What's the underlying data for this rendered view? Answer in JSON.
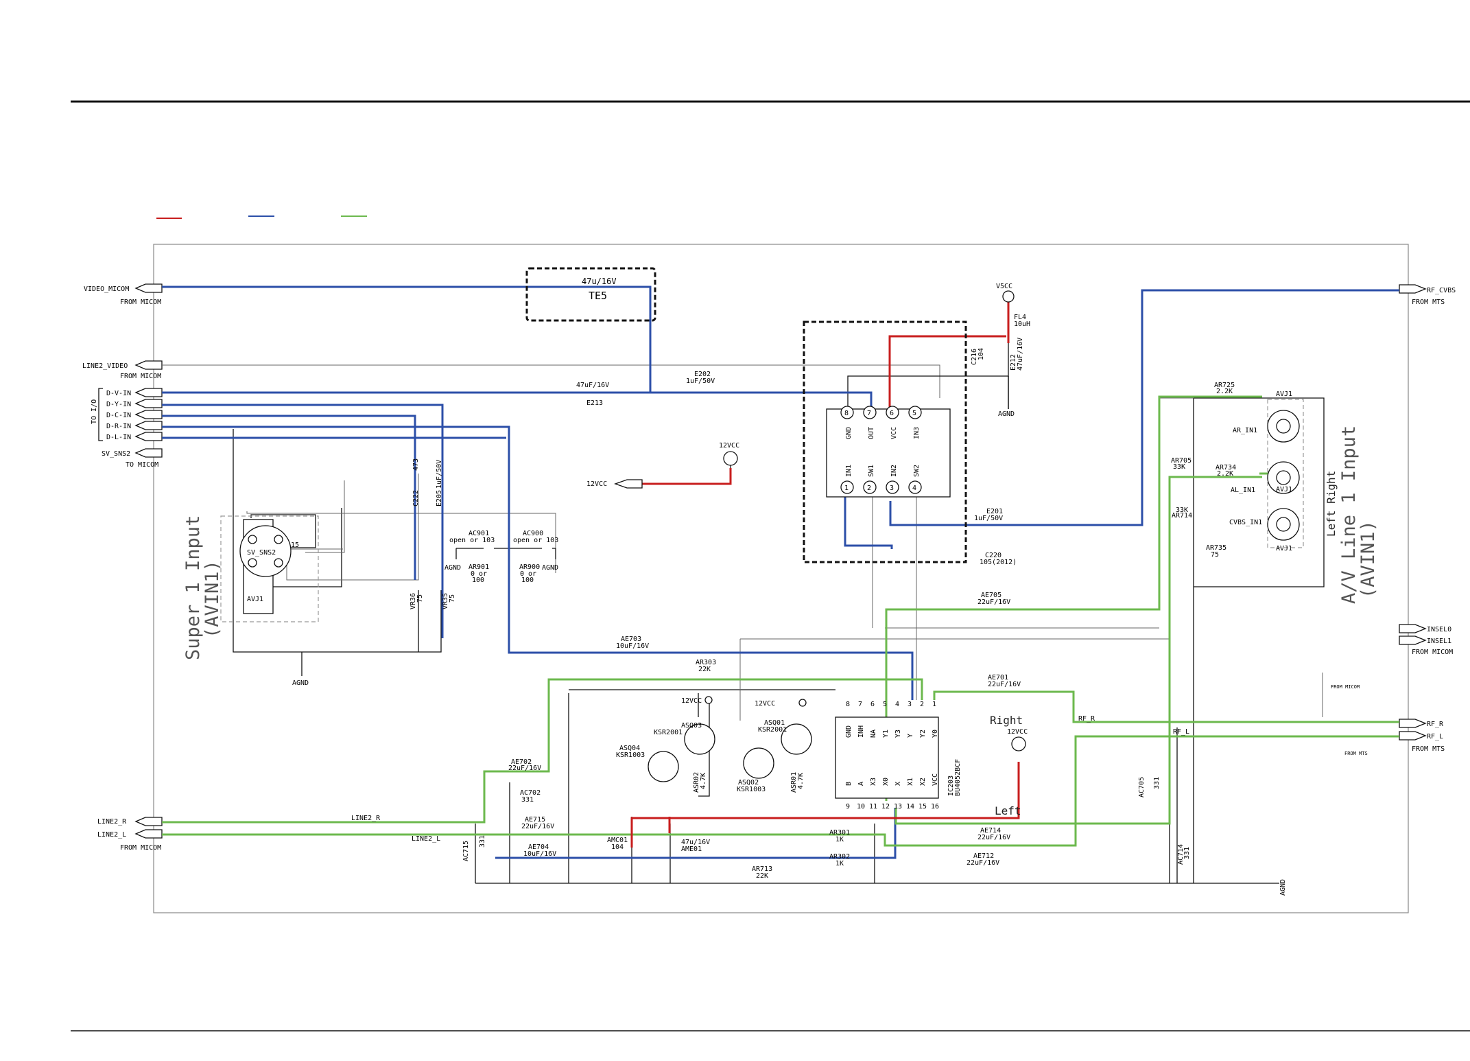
{
  "colors": {
    "red_trace": "#c81e1e",
    "blue_trace": "#2c4fa8",
    "green_trace": "#6cb94e"
  },
  "legend": {
    "red": "",
    "blue": "",
    "green": ""
  },
  "ports_left": {
    "video_micom": "VIDEO_MICOM",
    "from_micom_1": "FROM MICOM",
    "line2_video": "LINE2_VIDEO",
    "from_micom_2": "FROM MICOM",
    "d_v_in": "D-V-IN",
    "d_y_in": "D-Y-IN",
    "d_c_in": "D-C-IN",
    "d_r_in": "D-R-IN",
    "d_l_in": "D-L-IN",
    "to_io": "TO I/O",
    "sv_sns2": "SV_SNS2",
    "to_micom": "TO MICOM",
    "line2_r": "LINE2_R",
    "line2_l": "LINE2_L",
    "from_micom_3": "FROM MICOM",
    "vcc12": "12VCC"
  },
  "ports_right": {
    "rf_cvbs": "RF_CVBS",
    "from_mts_1": "FROM MTS",
    "insel0": "INSEL0",
    "insel1": "INSEL1",
    "from_micom": "FROM MICOM",
    "rf_r": "RF_R",
    "rf_l": "RF_L",
    "from_mts_2": "FROM MTS",
    "note_from_micom": "FROM MICOM",
    "note_from_mts": "FROM MTS"
  },
  "net_labels": {
    "line2_r": "LINE2_R",
    "line2_l": "LINE2_L",
    "rf_r": "RF_R",
    "rf_l": "RF_L",
    "agnd": "AGND"
  },
  "sections": {
    "super1": "Super 1 Input",
    "super1_sub": "(AVIN1)",
    "av1": "A/V Line 1 Input",
    "av1_sub": "(AVIN1)",
    "left_right": "Left   Right",
    "right": "Right",
    "left": "Left"
  },
  "components": {
    "te5_value": "47u/16V",
    "te5_name": "TE5",
    "e213_value": "47uF/16V",
    "e213_name": "E213",
    "e202_name": "E202",
    "e202_value": "1uF/50V",
    "v5cc": "V5CC",
    "fl4_name": "FL4",
    "fl4_value": "10uH",
    "c216_name": "C216",
    "c216_value": "104",
    "e212_name": "E212",
    "e212_value": "47uF/16V",
    "e201_name": "E201",
    "e201_value": "1uF/50V",
    "c220_name": "C220",
    "c220_value": "105(2012)",
    "vcc12": "12VCC",
    "ic_pins_top": [
      "GND",
      "OUT",
      "VCC",
      "IN3"
    ],
    "ic_pinnum_top": [
      "8",
      "7",
      "6",
      "5"
    ],
    "ic_pins_bot": [
      "IN1",
      "SW1",
      "IN2",
      "SW2"
    ],
    "ic_pinnum_bot": [
      "1",
      "2",
      "3",
      "4"
    ],
    "c222_name": "C222",
    "c222_value": "473",
    "e205_name": "E205",
    "e205_value": "1uF/50V",
    "sv_sns2": "SV_SNS2",
    "avj1": "AVJ1",
    "pin15": "15",
    "ac901_name": "AC901",
    "ac901_value": "open or 103",
    "ac900_name": "AC900",
    "ac900_value": "open or 103",
    "ar901_name": "AR901",
    "ar901_value": "0 or",
    "ar901_value2": "100",
    "ar900_name": "AR900",
    "ar900_value": "0 or",
    "ar900_value2": "100",
    "r_a_name": "VR36",
    "r_a_value": "75",
    "r_b_name": "VR35",
    "r_b_value": "75",
    "ae703_name": "AE703",
    "ae703_value": "10uF/16V",
    "ar303_name": "AR303",
    "ar303_value": "22K",
    "ae705_name": "AE705",
    "ae705_value": "22uF/16V",
    "ae701_name": "AE701",
    "ae701_value": "22uF/16V",
    "ar725_name": "AR725",
    "ar725_value": "2.2K",
    "ar705_name": "AR705",
    "ar705_value": "33K",
    "ar734_name": "AR734",
    "ar734_value": "2.2K",
    "ar714_name": "AR714",
    "ar714_value": "33K",
    "ar735_name": "AR735",
    "ar735_value": "75",
    "ar_in1": "AR_IN1",
    "al_in1": "AL_IN1",
    "cvbs_in1": "CVBS_IN1",
    "ac705_name": "AC705",
    "ac705_value": "331",
    "ac714_name": "AC714",
    "ac714_value": "331",
    "asq03_name": "ASQ03",
    "asq03_part": "KSR2001",
    "asq04_name": "ASQ04",
    "asq04_part": "KSR1003",
    "asq01_name": "ASQ01",
    "asq01_part": "KSR2001",
    "asq02_name": "ASQ02",
    "asq02_part": "KSR1003",
    "asr02_name": "ASR02",
    "asr02_value": "4.7K",
    "asr01_name": "ASR01",
    "asr01_value": "4.7K",
    "ae702_name": "AE702",
    "ae702_value": "22uF/16V",
    "ac702_name": "AC702",
    "ac702_value": "331",
    "ae715_name": "AE715",
    "ae715_value": "22uF/16V",
    "ae704_name": "AE704",
    "ae704_value": "10uF/16V",
    "ac715_name": "AC715",
    "ac715_value": "331",
    "amc01_name": "AMC01",
    "amc01_value": "104",
    "ame01_value": "47u/16V",
    "ame01_name": "AME01",
    "ar713_name": "AR713",
    "ar713_value": "22K",
    "ar301_name": "AR301",
    "ar301_value": "1K",
    "ar302_name": "AR302",
    "ar302_value": "1K",
    "ae714_name": "AE714",
    "ae714_value": "22uF/16V",
    "ae712_name": "AE712",
    "ae712_value": "22uF/16V",
    "ic203_name": "IC203",
    "ic203_part": "BU4052BCF",
    "ic203_top_pins": [
      "GND",
      "INH",
      "NA",
      "Y1",
      "Y3",
      "Y",
      "Y2",
      "Y0"
    ],
    "ic203_top_nums": [
      "8",
      "7",
      "6",
      "5",
      "4",
      "3",
      "2",
      "1"
    ],
    "ic203_bot_pins": [
      "B",
      "A",
      "X3",
      "X0",
      "X",
      "X1",
      "X2",
      "VCC"
    ],
    "ic203_bot_nums": [
      "9",
      "10",
      "11",
      "12",
      "13",
      "14",
      "15",
      "16"
    ],
    "pin_labels": {
      "one": "1",
      "two": "2",
      "three": "3"
    }
  }
}
